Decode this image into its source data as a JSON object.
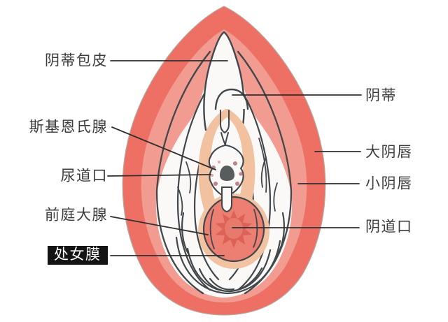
{
  "page": {
    "background": "#ffffff"
  },
  "labels": {
    "left": [
      {
        "id": "clitoral-hood",
        "text": "阴蒂包皮",
        "highlighted": false
      },
      {
        "id": "skenes-gland",
        "text": "斯基恩氏腺",
        "highlighted": false
      },
      {
        "id": "urethral-opening",
        "text": "尿道口",
        "highlighted": false
      },
      {
        "id": "bartholin-gland",
        "text": "前庭大腺",
        "highlighted": false
      },
      {
        "id": "hymen",
        "text": "处女膜",
        "highlighted": true
      }
    ],
    "right": [
      {
        "id": "clitoris",
        "text": "阴蒂"
      },
      {
        "id": "labia-majora",
        "text": "大阴唇"
      },
      {
        "id": "labia-minora",
        "text": "小阴唇"
      },
      {
        "id": "vaginal-opening",
        "text": "阴道口"
      }
    ]
  },
  "colors": {
    "outer_labia": "#ee7064",
    "inner_band": "#f29b90",
    "skin_white": "#fbf9f8",
    "vestibule_peach": "#f2c2a0",
    "opening_halo": "#f2c3a2",
    "opening_fill": "#ec7e72",
    "hymen_star": "#dd6156",
    "hymen_center": "#e8796d",
    "urethra_spot": "#575c5d",
    "gland_dot": "#c2828c",
    "gland_dot_light": "#e8a9a4",
    "outline": "#41474a",
    "outer_edge": "#b5a9a3",
    "leader_line": "#2f2f2f",
    "label_text": "#3c3c3c",
    "highlight_bg": "#141414",
    "highlight_text": "#ffffff"
  }
}
